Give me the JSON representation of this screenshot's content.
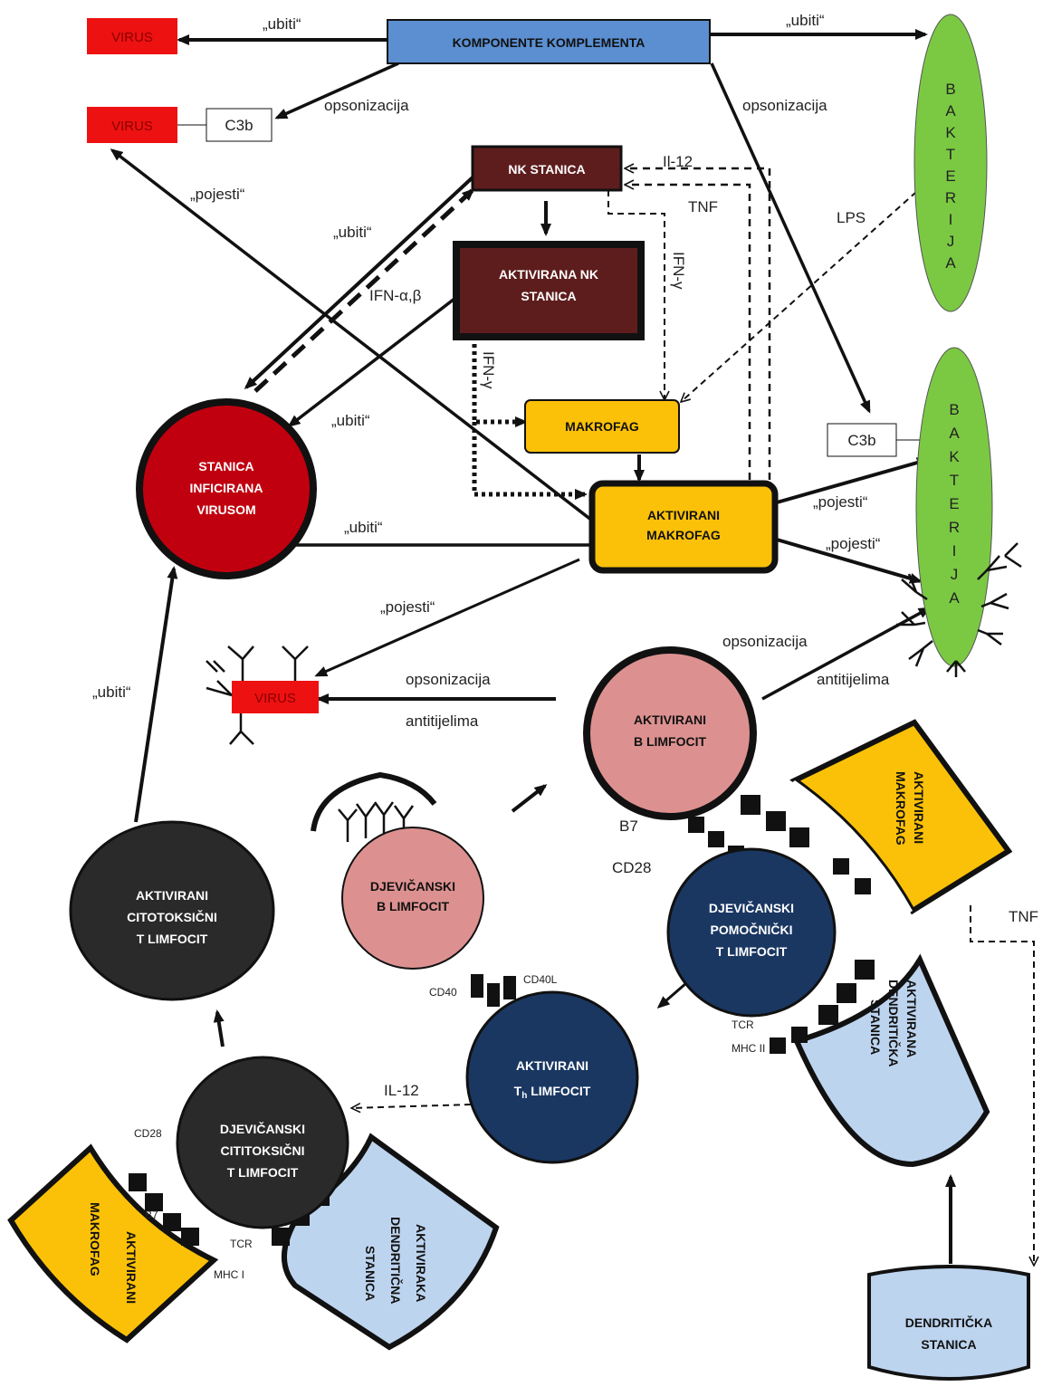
{
  "nodes": {
    "complement": "KOMPONENTE KOMPLEMENTA",
    "virus": "VIRUS",
    "c3b": "C3b",
    "bacteria_letters": [
      "B",
      "A",
      "K",
      "T",
      "E",
      "R",
      "I",
      "J",
      "A"
    ],
    "nk_cell": "NK STANICA",
    "nk_activated_1": "AKTIVIRANA NK",
    "nk_activated_2": "STANICA",
    "macrophage": "MAKROFAG",
    "macro_act_1": "AKTIVIRANI",
    "macro_act_2": "MAKROFAG",
    "infected_1": "STANICA",
    "infected_2": "INFICIRANA",
    "infected_3": "VIRUSOM",
    "b_act_1": "AKTIVIRANI",
    "b_act_2": "B LIMFOCIT",
    "b_naive_1": "DJEVIČANSKI",
    "b_naive_2": "B LIMFOCIT",
    "ctl_act_1": "AKTIVIRANI",
    "ctl_act_2": "CITOTOKSIČNI",
    "ctl_act_3": "T LIMFOCIT",
    "th_naive_1": "DJEVIČANSKI",
    "th_naive_2": "POMOČNIČKI",
    "th_naive_3": "T LIMFOCIT",
    "th_act_1": "AKTIVIRANI",
    "th_act_2": "T",
    "th_act_sub": "h",
    "th_act_3": " LIMFOCIT",
    "ctl_naive_1": "DJEVIČANSKI",
    "ctl_naive_2": "CITITOKSIČNI",
    "ctl_naive_3": "T LIMFOCIT",
    "dc_1": "DENDRITIČKA",
    "dc_2": "STANICA",
    "right_macro_1": "AKTIVIRANI",
    "right_macro_2": "MAKROFAG",
    "right_dc_1": "AKTIVIRANA",
    "right_dc_2": "DENDRITIČKA",
    "right_dc_3": "STANICA",
    "left_macro_1": "AKTIVIRANI",
    "left_macro_2": "MAKROFAG",
    "left_dc_1": "AKTIVIRAKA",
    "left_dc_2": "DENDRITIČNA",
    "left_dc_3": "STANICA"
  },
  "labels": {
    "kill": "„ubiti“",
    "eat": "„pojesti“",
    "opsonization": "opsonizacija",
    "antibodies": "antitijelima",
    "il12": "IL-12",
    "il12_top": "Il-12",
    "tnf": "TNF",
    "ifng": "IFN-γ",
    "ifnab": "IFN-α,β",
    "lps": "LPS",
    "b7": "B7",
    "cd28": "CD28",
    "cd40": "CD40",
    "cd40l": "CD40L",
    "tcr": "TCR",
    "mhc2": "MHC II",
    "mhc1": "MHC I"
  },
  "colors": {
    "complement_fill": "#5b8fd1",
    "virus_fill": "#ee1111",
    "bacteria_fill": "#7bc943",
    "nk_fill": "#5e1d1d",
    "macro_fill": "#fbc108",
    "infected_fill": "#c0000f",
    "b_fill": "#dc9190",
    "dark_fill": "#2a2a2a",
    "navy_fill": "#1a3762",
    "dc_fill": "#bdd4ef"
  }
}
